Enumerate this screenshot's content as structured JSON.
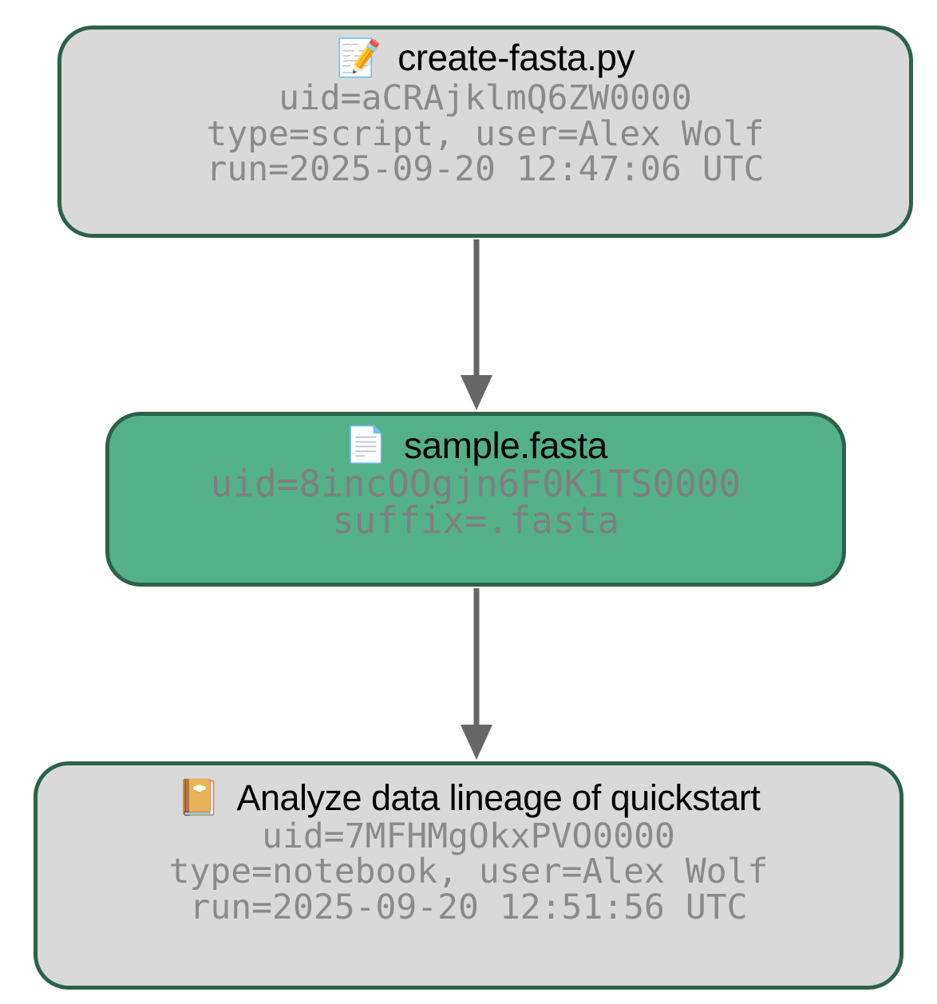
{
  "diagram": {
    "type": "lineage-graph",
    "direction": "top-to-bottom",
    "background": "#ffffff",
    "colors": {
      "node_border": "#2d6149",
      "node_fill_default": "#d9d9d9",
      "node_fill_highlight": "#54b089",
      "detail_text": "#8a8a8a",
      "title_text": "#000000",
      "edge": "#666666"
    }
  },
  "nodes": [
    {
      "id": "script",
      "icon": "memo-icon",
      "icon_glyph": "📝",
      "title": "create-fasta.py",
      "fill": "default",
      "details": [
        "uid=aCRAjklmQ6ZW0000",
        "type=script, user=Alex Wolf",
        "run=2025-09-20 12:47:06 UTC"
      ]
    },
    {
      "id": "artifact",
      "icon": "page-facing-up-icon",
      "icon_glyph": "📄",
      "title": "sample.fasta",
      "fill": "highlight",
      "details": [
        "uid=8incOOgjn6F0K1TS0000",
        "suffix=.fasta"
      ]
    },
    {
      "id": "notebook",
      "icon": "notebook-icon",
      "icon_glyph": "📔",
      "title": "Analyze data lineage of quickstart",
      "fill": "default",
      "details": [
        "uid=7MFHMgOkxPVO0000",
        "type=notebook, user=Alex Wolf",
        "run=2025-09-20 12:51:56 UTC"
      ]
    }
  ],
  "edges": [
    {
      "id": "edge-script-artifact",
      "from": "script",
      "to": "artifact"
    },
    {
      "id": "edge-artifact-notebook",
      "from": "artifact",
      "to": "notebook"
    }
  ]
}
